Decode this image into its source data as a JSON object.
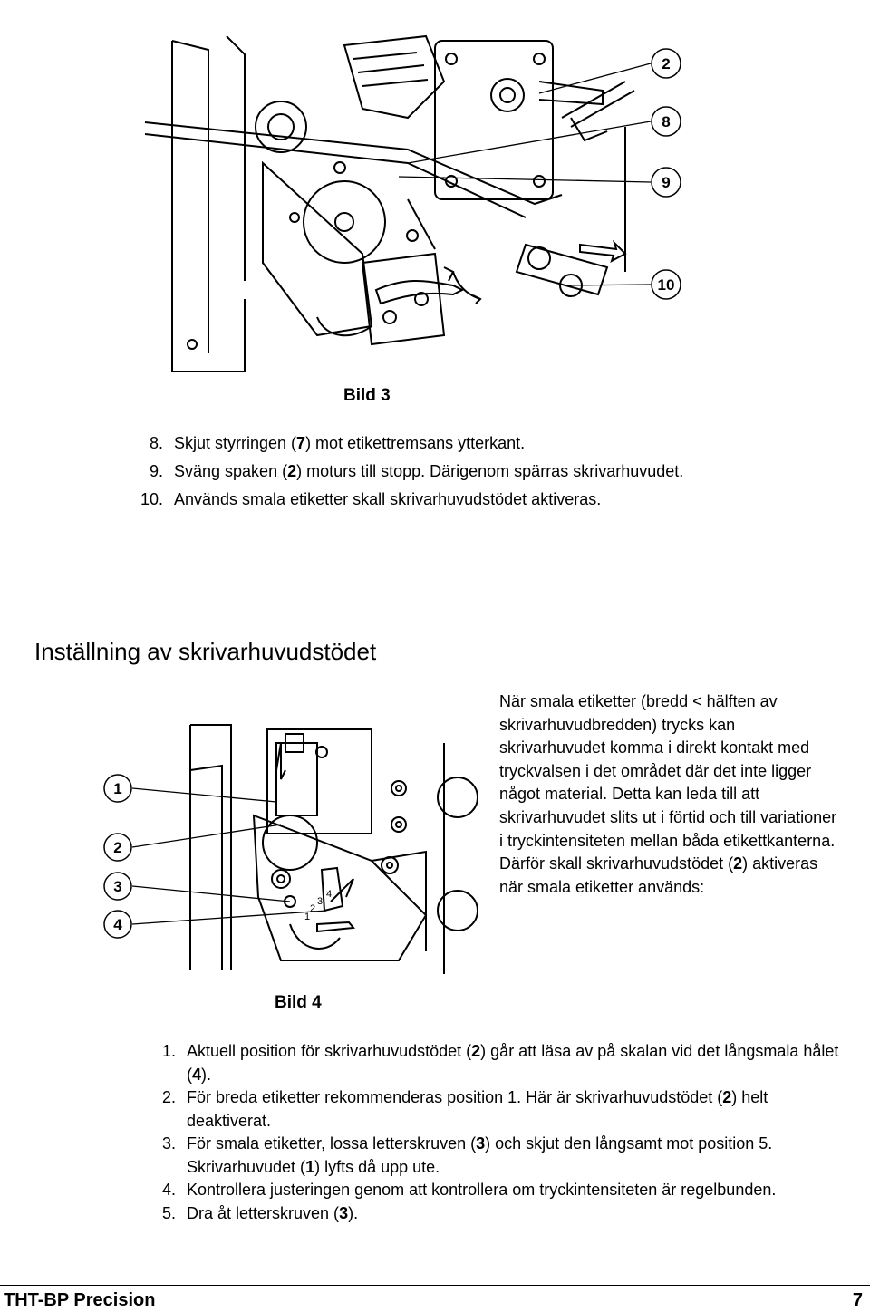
{
  "figure3": {
    "callouts": [
      "2",
      "8",
      "9",
      "10"
    ],
    "caption": "Bild 3"
  },
  "steps_top": [
    {
      "num": "8.",
      "parts": [
        {
          "t": "Skjut styrringen ("
        },
        {
          "t": "7",
          "b": true
        },
        {
          "t": ") mot etikettremsans ytterkant."
        }
      ]
    },
    {
      "num": "9.",
      "parts": [
        {
          "t": "Sväng spaken ("
        },
        {
          "t": "2",
          "b": true
        },
        {
          "t": ") moturs till stopp. Därigenom spärras skrivarhuvudet."
        }
      ]
    },
    {
      "num": "10.",
      "parts": [
        {
          "t": "Används smala etiketter skall skrivarhuvudstödet aktiveras."
        }
      ]
    }
  ],
  "section_title": "Inställning av skrivarhuvudstödet",
  "figure4": {
    "callouts": [
      "1",
      "2",
      "3",
      "4"
    ],
    "scale_marks": [
      "1",
      "2",
      "3",
      "4"
    ],
    "caption": "Bild 4"
  },
  "paragraph": [
    {
      "t": "När smala etiketter (bredd < hälften av skrivarhuvudbredden) trycks kan skrivarhuvudet komma i direkt kontakt med tryckvalsen i det området där det inte ligger något material. Detta kan leda till att skrivarhuvudet slits ut i förtid och till variationer i tryckintensiteten mellan båda etikettkanterna. Därför skall skrivarhuvudstödet ("
    },
    {
      "t": "2",
      "b": true
    },
    {
      "t": ") aktiveras när smala etiketter används:"
    }
  ],
  "steps_bottom": [
    {
      "num": "1.",
      "parts": [
        {
          "t": "Aktuell position för skrivarhuvudstödet ("
        },
        {
          "t": "2",
          "b": true
        },
        {
          "t": ") går att läsa av på skalan vid det långsmala hålet ("
        },
        {
          "t": "4",
          "b": true
        },
        {
          "t": ")."
        }
      ]
    },
    {
      "num": "2.",
      "parts": [
        {
          "t": "För breda etiketter rekommenderas position 1. Här är skrivarhuvudstödet ("
        },
        {
          "t": "2",
          "b": true
        },
        {
          "t": ") helt deaktiverat."
        }
      ]
    },
    {
      "num": "3.",
      "parts": [
        {
          "t": "För smala etiketter, lossa letterskruven ("
        },
        {
          "t": "3",
          "b": true
        },
        {
          "t": ") och skjut den långsamt mot position 5. Skrivarhuvudet ("
        },
        {
          "t": "1",
          "b": true
        },
        {
          "t": ") lyfts då upp ute."
        }
      ]
    },
    {
      "num": "4.",
      "parts": [
        {
          "t": "Kontrollera justeringen genom att kontrollera om tryckintensiteten är regelbunden."
        }
      ]
    },
    {
      "num": "5.",
      "parts": [
        {
          "t": "Dra åt letterskruven ("
        },
        {
          "t": "3",
          "b": true
        },
        {
          "t": ")."
        }
      ]
    }
  ],
  "footer": {
    "title": "THT-BP Precision",
    "page": "7"
  }
}
